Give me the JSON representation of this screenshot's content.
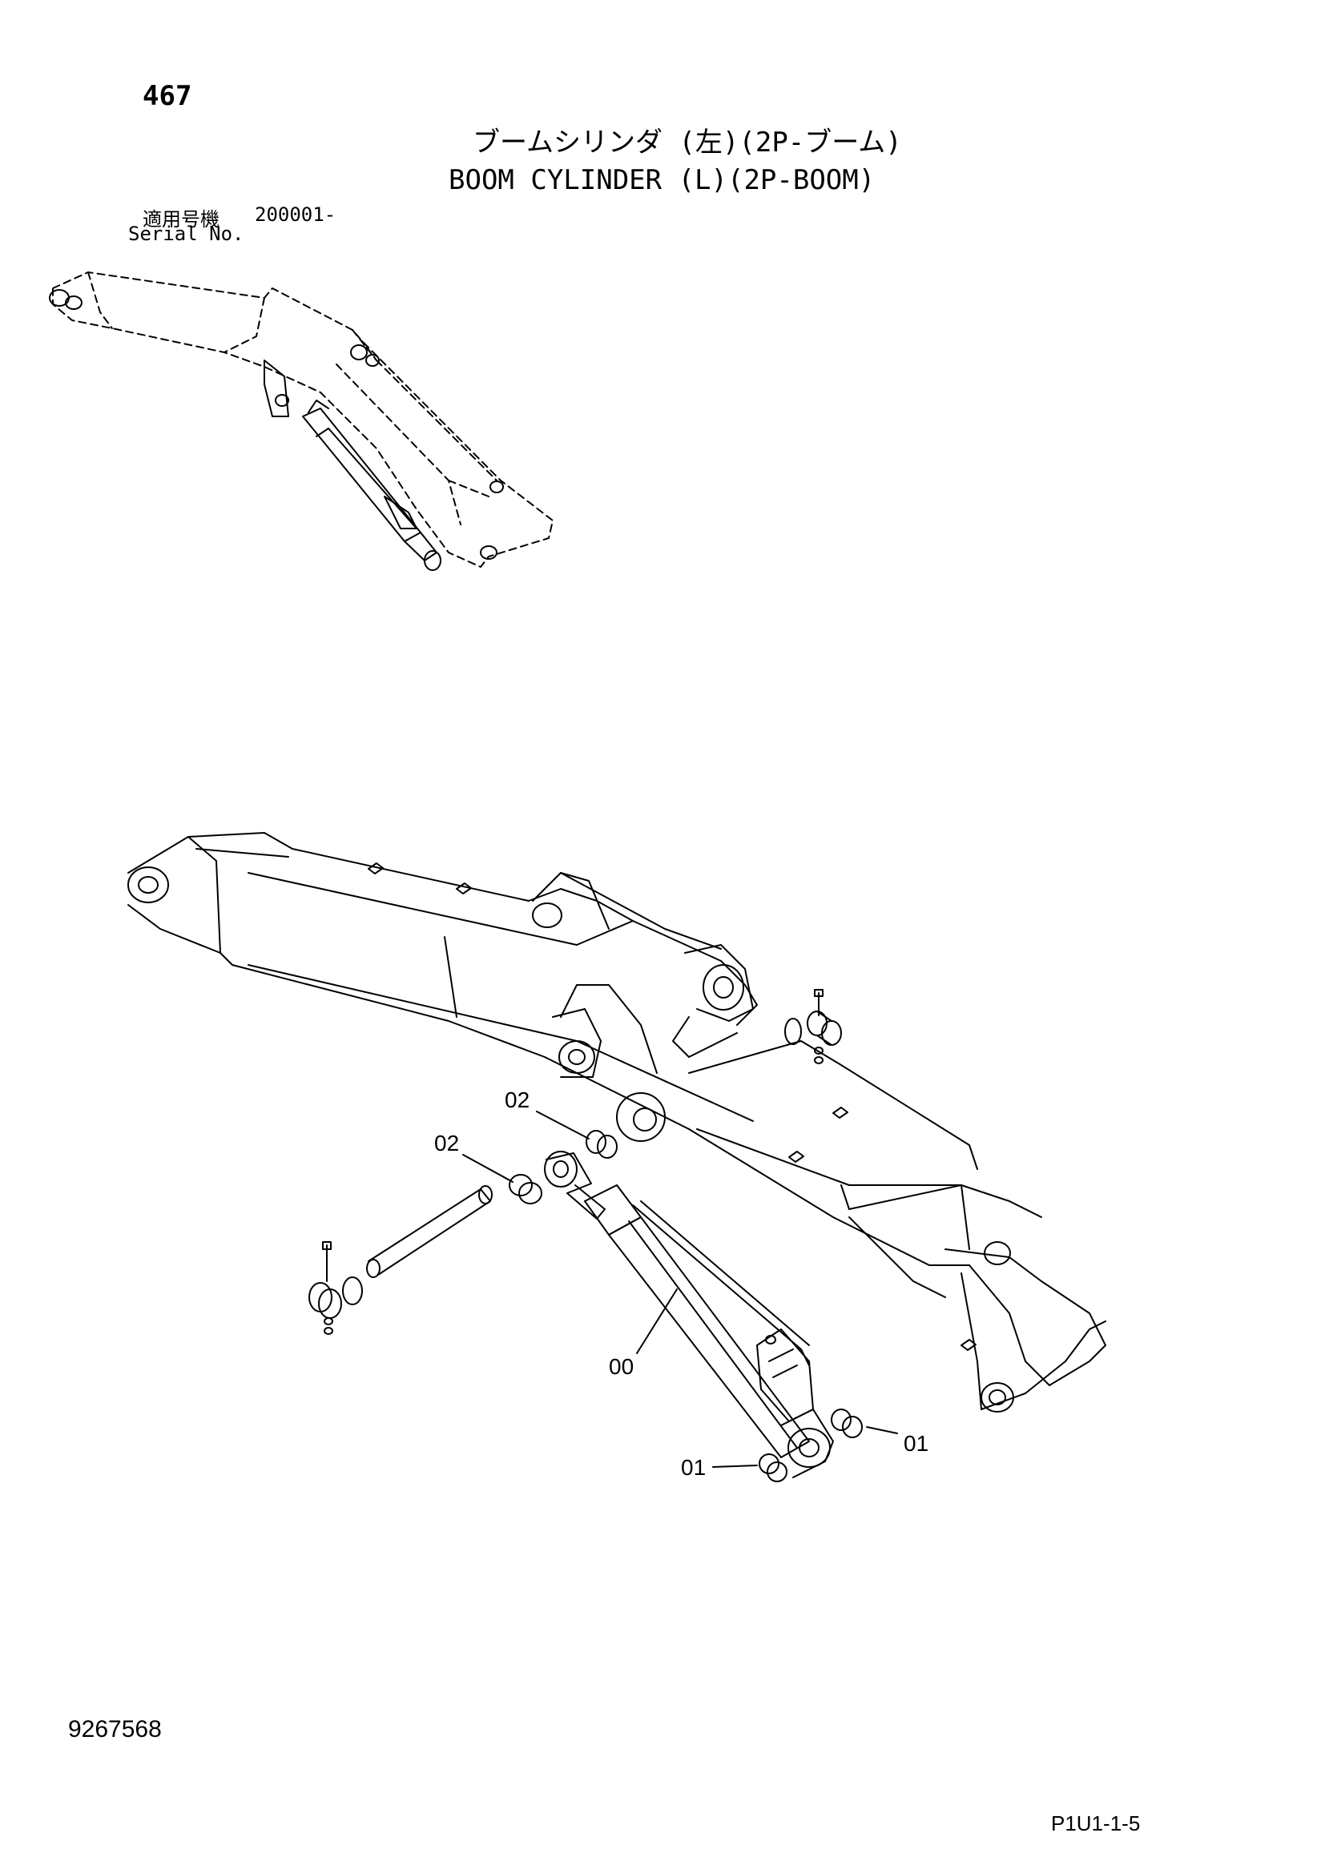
{
  "header": {
    "page_number": "467",
    "title_jp": "ブームシリンダ (左)(2P-ブーム)",
    "title_en": "BOOM CYLINDER (L)(2P-BOOM)",
    "serial_label_jp": "適用号機",
    "serial_value": "200001-",
    "serial_label_en": "Serial No."
  },
  "diagram": {
    "callouts": [
      {
        "id": "c1",
        "label": "02"
      },
      {
        "id": "c2",
        "label": "02"
      },
      {
        "id": "c3",
        "label": "00"
      },
      {
        "id": "c4",
        "label": "01"
      },
      {
        "id": "c5",
        "label": "01"
      }
    ]
  },
  "footer": {
    "doc_code": "9267568",
    "sheet_ref": "P1U1-1-5"
  }
}
